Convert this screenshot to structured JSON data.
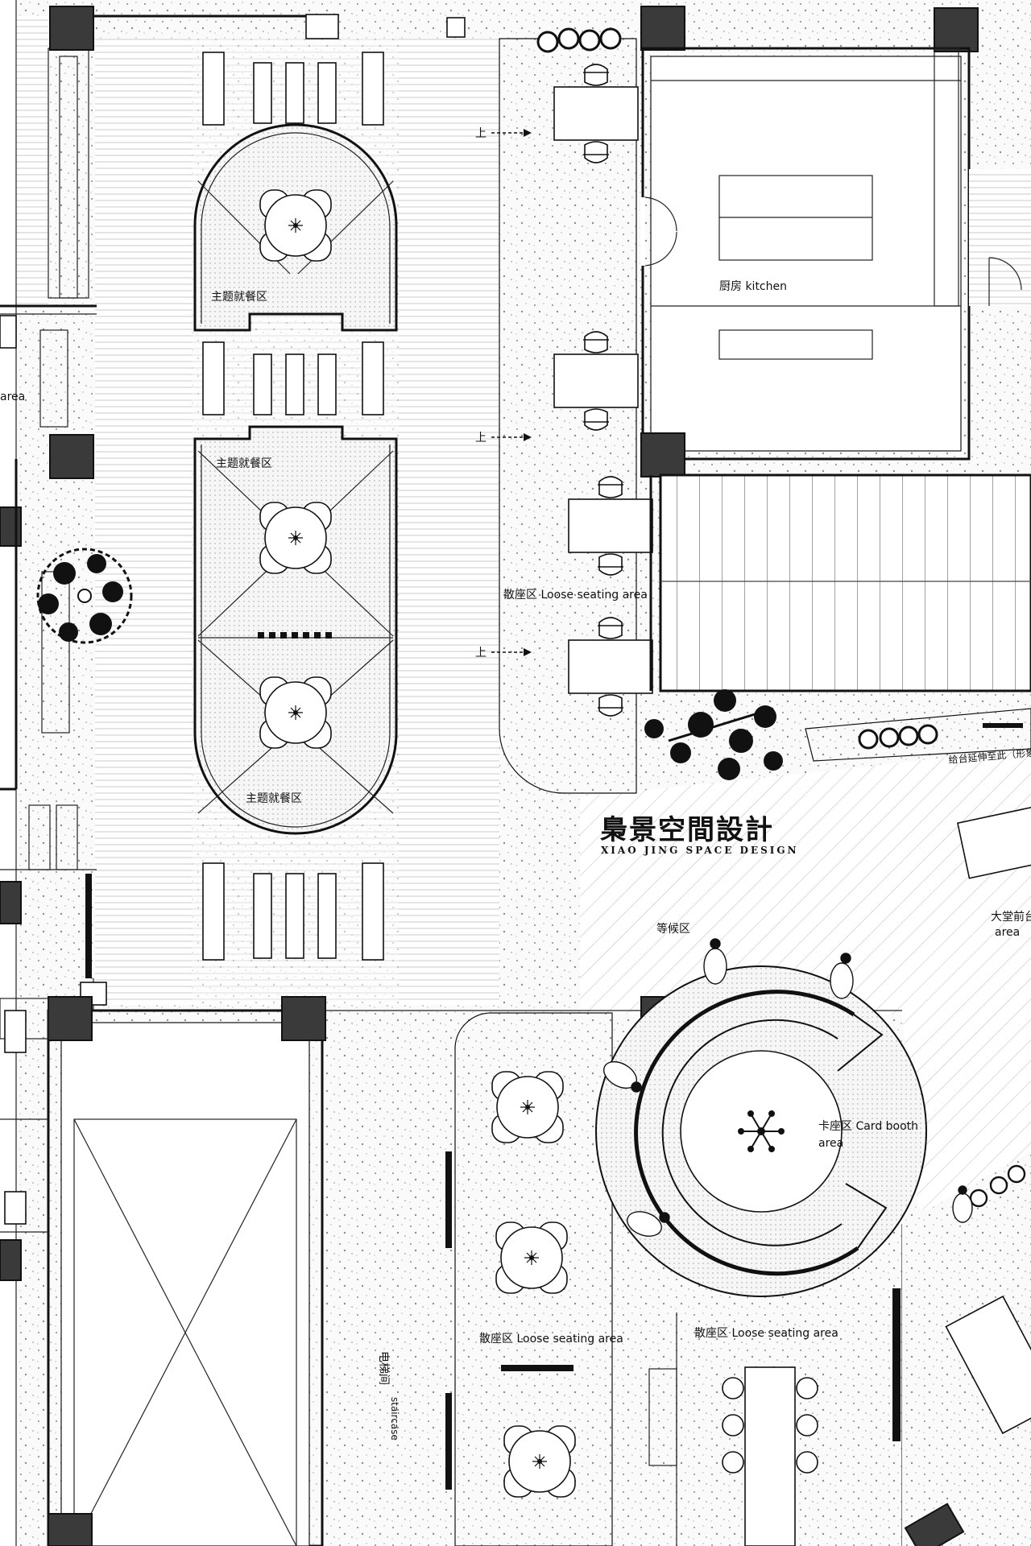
{
  "brand": {
    "name_cn": "梟景空間設計",
    "name_en": "XIAO JING SPACE DESIGN"
  },
  "labels": {
    "theme_dining_1": "主题就餐区",
    "theme_dining_2": "主题就餐区",
    "theme_dining_3": "主题就餐区",
    "kitchen": "厨房  kitchen",
    "loose_seating_top": "散座区 Loose seating area",
    "loose_seating_bottom_left": "散座区 Loose seating area",
    "loose_seating_bottom_mid": "散座区 Loose seating area",
    "waiting_area": "等候区",
    "card_booth_line1": "卡座区 Card booth",
    "card_booth_line2": "area",
    "lobby_line1": "大堂前台",
    "lobby_line2": "area",
    "elevator_cn": "电梯间",
    "elevator_en": "staircase",
    "left_area_fragment": "area",
    "stair_up_1": "上",
    "stair_up_2": "上",
    "stair_up_3": "上",
    "corner_note": "给台延伸至此（形象墙）"
  },
  "colors": {
    "wall": "#111111",
    "column": "#3a3a3a",
    "floor_speckle": "#f2f2f2",
    "stripe": "#cfcfcf"
  }
}
